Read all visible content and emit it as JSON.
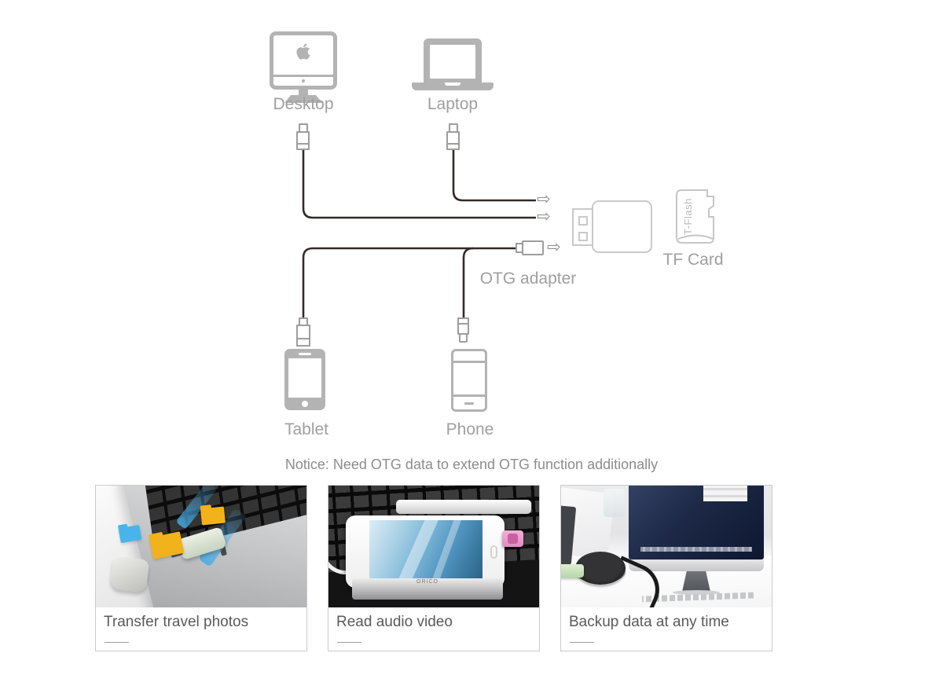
{
  "diagram": {
    "desktop_label": "Desktop",
    "laptop_label": "Laptop",
    "tablet_label": "Tablet",
    "phone_label": "Phone",
    "otg_adapter_label": "OTG adapter",
    "tf_card_label": "TF Card",
    "tf_card_text": "T-Flash",
    "arrow_glyph": "⇨"
  },
  "notice_text": "Notice: Need OTG data to extend OTG function additionally",
  "cards": [
    {
      "caption": "Transfer travel photos",
      "photo_name": "laptop-with-card-reader-and-flying-folders"
    },
    {
      "caption": "Read audio video",
      "photo_name": "phone-on-dock-with-pink-reader",
      "brand_text": "ORICO"
    },
    {
      "caption": "Backup data at any time",
      "photo_name": "imac-desk-with-hub-and-green-reader"
    }
  ],
  "colors": {
    "device_icon_gray": "#b3b3b3",
    "label_gray": "#9f9f9f",
    "cable_dark": "#322c29",
    "outline_light_gray": "#c9c9c9",
    "connector_gray": "#9d9d9d",
    "notice_gray": "#8c8c8c",
    "caption_gray": "#5a5a5a",
    "folder_yellow": "#f2b21c",
    "arrow_blue": "#49b4ea",
    "reader_pink": "#f3aed8",
    "reader_green": "#cdebc6"
  }
}
